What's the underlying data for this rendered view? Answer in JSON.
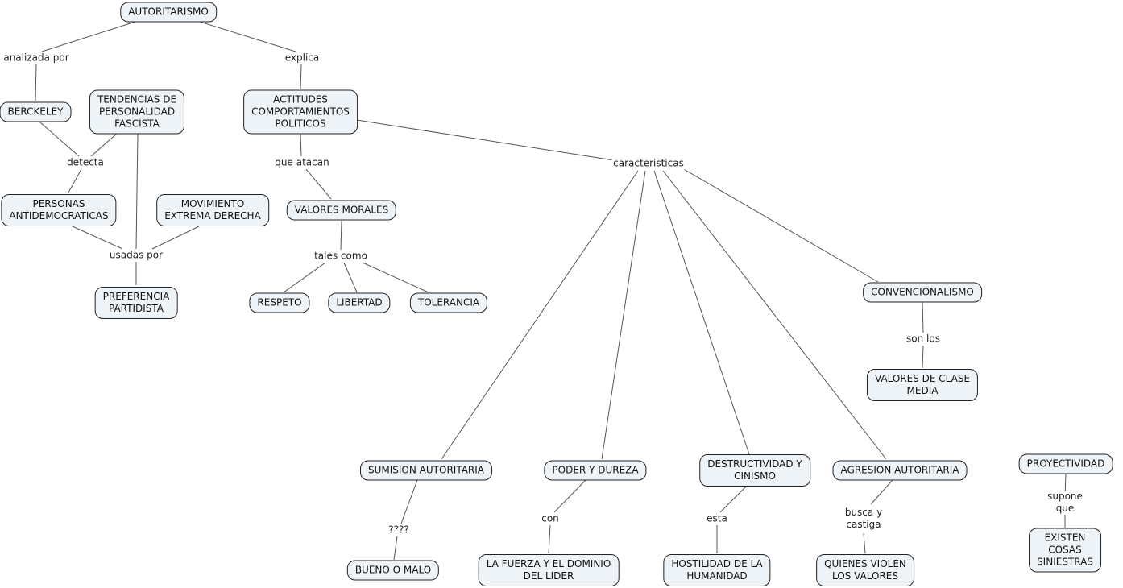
{
  "colors": {
    "node-fill": "#eef3f8",
    "node-border": "#222222",
    "edge-color": "#565656"
  },
  "nodes": {
    "autoritarismo": {
      "label": "AUTORITARISMO"
    },
    "berckeley": {
      "label": "BERCKELEY"
    },
    "tendencias": {
      "label": "TENDENCIAS DE\nPERSONALIDAD\nFASCISTA"
    },
    "actitudes": {
      "label": "ACTITUDES\nCOMPORTAMIENTOS\nPOLITICOS"
    },
    "personas": {
      "label": "PERSONAS\nANTIDEMOCRATICAS"
    },
    "movimiento": {
      "label": "MOVIMIENTO\nEXTREMA DERECHA"
    },
    "valores_morales": {
      "label": "VALORES MORALES"
    },
    "preferencia": {
      "label": "PREFERENCIA\nPARTIDISTA"
    },
    "respeto": {
      "label": "RESPETO"
    },
    "libertad": {
      "label": "LIBERTAD"
    },
    "tolerancia": {
      "label": "TOLERANCIA"
    },
    "convencionalismo": {
      "label": "CONVENCIONALISMO"
    },
    "valores_clase": {
      "label": "VALORES DE CLASE\nMEDIA"
    },
    "sumision": {
      "label": "SUMISION AUTORITARIA"
    },
    "poder": {
      "label": "PODER Y DUREZA"
    },
    "destructividad": {
      "label": "DESTRUCTIVIDAD Y\nCINISMO"
    },
    "agresion": {
      "label": "AGRESION AUTORITARIA"
    },
    "proyectividad": {
      "label": "PROYECTIVIDAD"
    },
    "bueno_malo": {
      "label": "BUENO O MALO"
    },
    "fuerza_lider": {
      "label": "LA FUERZA Y EL DOMINIO\nDEL LIDER"
    },
    "hostilidad": {
      "label": "HOSTILIDAD DE LA\nHUMANIDAD"
    },
    "quienes_violen": {
      "label": "QUIENES VIOLEN\nLOS VALORES"
    },
    "existen_cosas": {
      "label": "EXISTEN\nCOSAS SINIESTRAS"
    }
  },
  "links": {
    "analizada_por": {
      "label": "analizada por"
    },
    "explica": {
      "label": "explica"
    },
    "detecta": {
      "label": "detecta"
    },
    "que_atacan": {
      "label": "que atacan"
    },
    "caracteristicas": {
      "label": "caracteristicas"
    },
    "usadas_por": {
      "label": "usadas por"
    },
    "tales_como": {
      "label": "tales como"
    },
    "son_los": {
      "label": "son los"
    },
    "interrogantes": {
      "label": "????"
    },
    "con": {
      "label": "con"
    },
    "esta": {
      "label": "esta"
    },
    "busca_castiga": {
      "label": "busca y\ncastiga"
    },
    "supone_que": {
      "label": "supone que"
    }
  },
  "propositions": [
    {
      "from": "AUTORITARISMO",
      "link": "analizada por",
      "to": [
        "BERCKELEY"
      ]
    },
    {
      "from": "AUTORITARISMO",
      "link": "explica",
      "to": [
        "ACTITUDES COMPORTAMIENTOS POLITICOS"
      ]
    },
    {
      "from": "BERCKELEY / TENDENCIAS DE PERSONALIDAD FASCISTA",
      "link": "detecta",
      "to": [
        "PERSONAS ANTIDEMOCRATICAS"
      ]
    },
    {
      "from": "PERSONAS ANTIDEMOCRATICAS / TENDENCIAS DE PERSONALIDAD FASCISTA / MOVIMIENTO EXTREMA DERECHA",
      "link": "usadas por",
      "to": [
        "PREFERENCIA PARTIDISTA"
      ]
    },
    {
      "from": "ACTITUDES COMPORTAMIENTOS POLITICOS",
      "link": "que atacan",
      "to": [
        "VALORES MORALES"
      ]
    },
    {
      "from": "VALORES MORALES",
      "link": "tales como",
      "to": [
        "RESPETO",
        "LIBERTAD",
        "TOLERANCIA"
      ]
    },
    {
      "from": "ACTITUDES COMPORTAMIENTOS POLITICOS",
      "link": "caracteristicas",
      "to": [
        "SUMISION AUTORITARIA",
        "PODER Y DUREZA",
        "DESTRUCTIVIDAD Y CINISMO",
        "AGRESION AUTORITARIA",
        "CONVENCIONALISMO"
      ]
    },
    {
      "from": "CONVENCIONALISMO",
      "link": "son los",
      "to": [
        "VALORES DE CLASE MEDIA"
      ]
    },
    {
      "from": "SUMISION AUTORITARIA",
      "link": "????",
      "to": [
        "BUENO O MALO"
      ]
    },
    {
      "from": "PODER Y DUREZA",
      "link": "con",
      "to": [
        "LA FUERZA Y EL DOMINIO DEL LIDER"
      ]
    },
    {
      "from": "DESTRUCTIVIDAD Y CINISMO",
      "link": "esta",
      "to": [
        "HOSTILIDAD DE LA HUMANIDAD"
      ]
    },
    {
      "from": "AGRESION AUTORITARIA",
      "link": "busca y castiga",
      "to": [
        "QUIENES VIOLEN LOS VALORES"
      ]
    },
    {
      "from": "PROYECTIVIDAD",
      "link": "supone que",
      "to": [
        "EXISTEN COSAS SINIESTRAS"
      ]
    }
  ]
}
